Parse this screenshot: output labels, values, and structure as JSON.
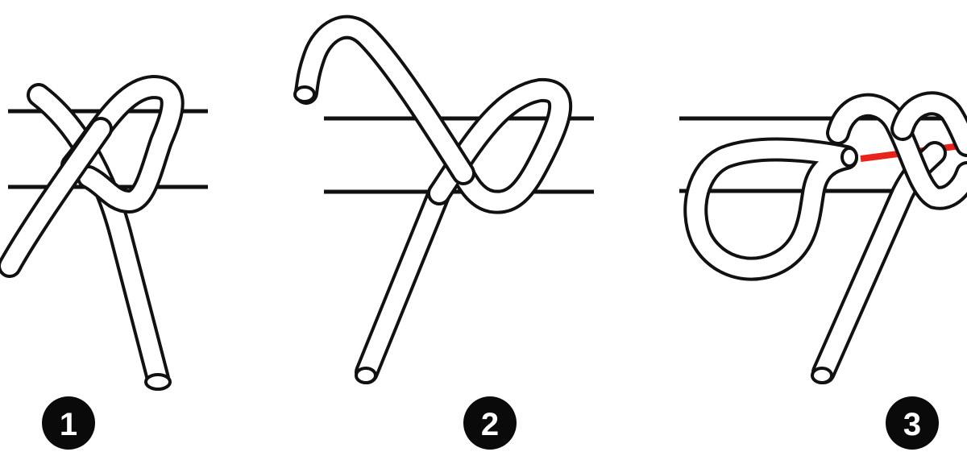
{
  "steps": [
    {
      "number": "1"
    },
    {
      "number": "2"
    },
    {
      "number": "3"
    }
  ],
  "colors": {
    "background": "#ffffff",
    "rope_fill": "#ffffff",
    "rope_outline": "#111111",
    "line": "#111111",
    "highlight": "#e8231b",
    "badge": "#0a0a0a"
  }
}
